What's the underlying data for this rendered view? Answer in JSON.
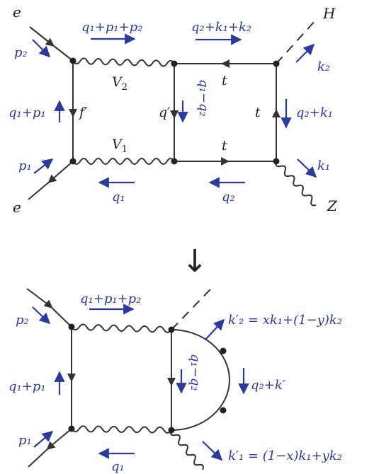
{
  "colors": {
    "momentum": "#2b3a9c",
    "line": "#333333"
  },
  "top": {
    "particles": {
      "e_in": "e",
      "e_out": "e",
      "higgs": "H",
      "z": "Z"
    },
    "props": {
      "V2": "V",
      "V2_sub": "2",
      "V1": "V",
      "V1_sub": "1",
      "f": "f′",
      "q": "q′",
      "t_top": "t",
      "t_right": "t",
      "t_bottom": "t"
    },
    "mom": {
      "q1p1p2": "q₁+p₁+p₂",
      "q2k1k2": "q₂+k₁+k₂",
      "p2": "p₂",
      "k2": "k₂",
      "q1p1": "q₁+p₁",
      "q1mq2": "q₁−q₂",
      "q2k1": "q₂+k₁",
      "p1": "p₁",
      "q1": "q₁",
      "q2": "q₂",
      "k1": "k₁"
    }
  },
  "arrow_between": "↓",
  "bottom": {
    "mom": {
      "q1p1p2": "q₁+p₁+p₂",
      "p2": "p₂",
      "k2prime": "k′₂ = xk₁+(1−y)k₂",
      "q1p1": "q₁+p₁",
      "q1mq2": "q₁−q₂",
      "q2kprime": "q₂+k′",
      "p1": "p₁",
      "q1": "q₁",
      "k1prime": "k′₁ = (1−x)k₁+yk₂"
    }
  }
}
